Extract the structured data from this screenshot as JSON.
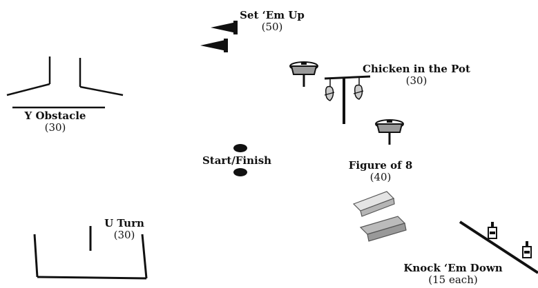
{
  "stations": {
    "set_em_up": {
      "name": "Set ‘Em Up",
      "points": "(50)"
    },
    "chicken_in_the_pot": {
      "name": "Chicken in the Pot",
      "points": "(30)"
    },
    "y_obstacle": {
      "name": "Y Obstacle",
      "points": "(30)"
    },
    "start_finish": {
      "name": "Start/Finish"
    },
    "figure_of_8": {
      "name": "Figure of 8",
      "points": "(40)"
    },
    "u_turn": {
      "name": "U Turn",
      "points": "(30)"
    },
    "knock_em_down": {
      "name": "Knock ‘Em Down",
      "points": "(15 each)"
    }
  },
  "colors": {
    "ink": "#111111",
    "pail_gray": "#9a9a9a",
    "block_gray": "#b5b5b5",
    "block_light": "#e4e4e4"
  }
}
